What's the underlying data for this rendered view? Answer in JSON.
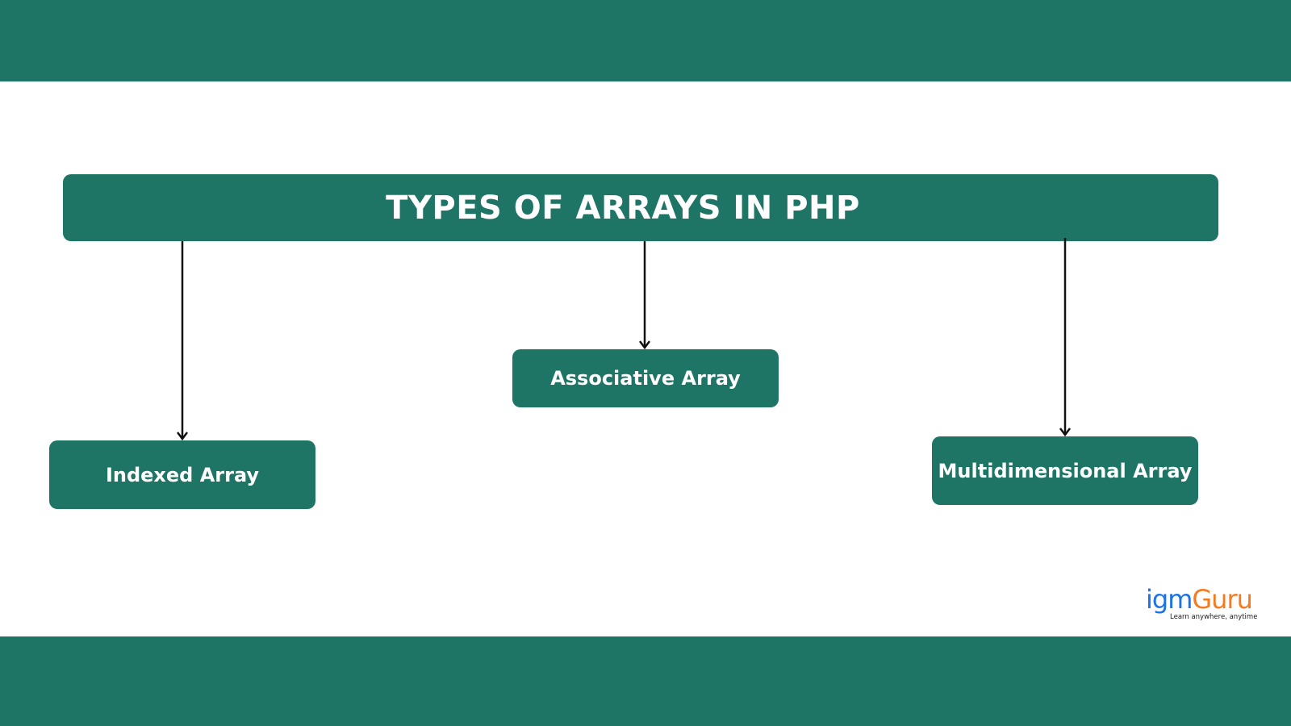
{
  "colors": {
    "primary": "#1e7566",
    "text_on_primary": "#ffffff",
    "connector": "#111111",
    "logo_blue": "#1a73e8",
    "logo_orange": "#f47b20",
    "background": "#ffffff"
  },
  "diagram": {
    "title": "TYPES OF ARRAYS IN PHP",
    "nodes": [
      {
        "id": "indexed",
        "label": "Indexed Array"
      },
      {
        "id": "associative",
        "label": "Associative Array"
      },
      {
        "id": "multidimensional",
        "label": "Multidimensional Array"
      }
    ],
    "edges": [
      {
        "from": "title",
        "to": "indexed"
      },
      {
        "from": "title",
        "to": "associative"
      },
      {
        "from": "title",
        "to": "multidimensional"
      }
    ]
  },
  "logo": {
    "part1": "igm",
    "part2": "Guru",
    "tagline": "Learn anywhere, anytime"
  }
}
